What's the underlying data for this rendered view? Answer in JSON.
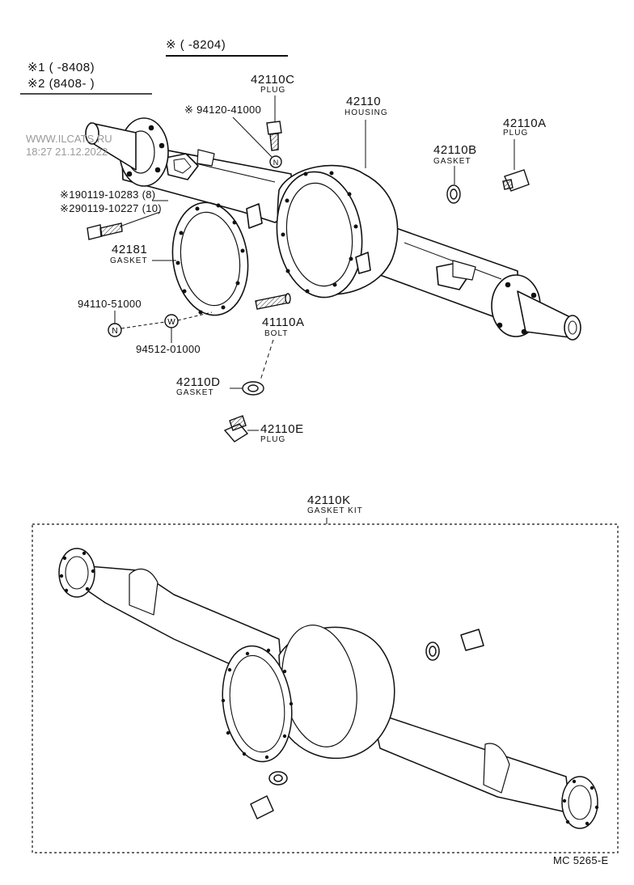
{
  "header": {
    "applicability": "※ (        -8204)",
    "variant1": "※1 (        -8408)",
    "variant2": "※2 (8408-        )"
  },
  "watermark": {
    "site": "WWW.ILCATS.RU",
    "time": "18:27 21.12.2022"
  },
  "parts": {
    "p42110C": {
      "number": "42110C",
      "name": "PLUG"
    },
    "p94120": {
      "number": "※ 94120-41000"
    },
    "p42110": {
      "number": "42110",
      "name": "HOUSING"
    },
    "p42110A": {
      "number": "42110A",
      "name": "PLUG"
    },
    "p42110B": {
      "number": "42110B",
      "name": "GASKET"
    },
    "p90119a": {
      "number": "※190119-10283 (8)"
    },
    "p90119b": {
      "number": "※290119-10227 (10)"
    },
    "p42181": {
      "number": "42181",
      "name": "GASKET"
    },
    "p94110": {
      "number": "94110-51000"
    },
    "p94512": {
      "number": "94512-01000"
    },
    "p41110A": {
      "number": "41110A",
      "name": "BOLT"
    },
    "p42110D": {
      "number": "42110D",
      "name": "GASKET"
    },
    "p42110E": {
      "number": "42110E",
      "name": "PLUG"
    },
    "p42110K": {
      "number": "42110K",
      "name": "GASKET KIT"
    }
  },
  "symbols": {
    "nut": "N",
    "washer": "W"
  },
  "footer": {
    "code": "MC 5265-E"
  }
}
